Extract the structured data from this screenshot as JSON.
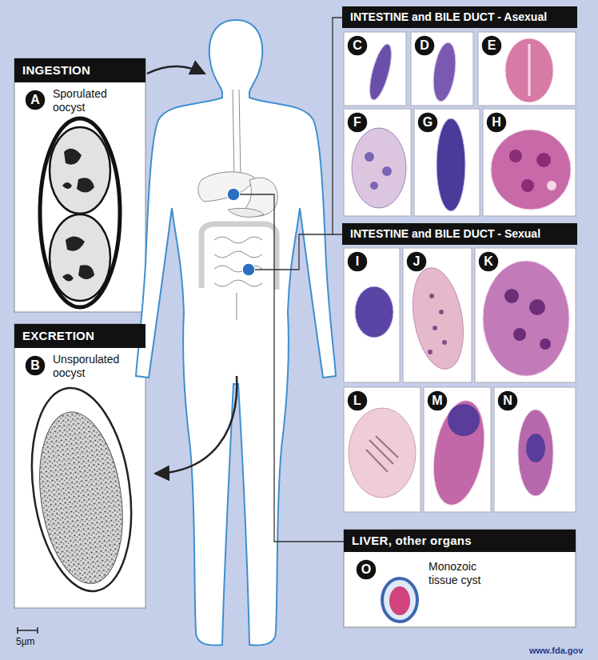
{
  "diagram": {
    "nodes": [
      {
        "text": [
          "INGESTION",
          "Sporulated oocyst"
        ]
      },
      {
        "text": [
          "A"
        ],
        "in": 0
      },
      {
        "text": [
          "EXCRETION",
          "Unsporulated oocyst"
        ]
      },
      {
        "text": [
          "B"
        ],
        "in": 2
      },
      {
        "text": [
          "INTESTINE and BILE DUCT - Asexual"
        ]
      },
      {
        "text": [
          "C"
        ]
      },
      {
        "text": [
          "D"
        ]
      },
      {
        "text": [
          "E"
        ]
      },
      {
        "text": [
          "F"
        ]
      },
      {
        "text": [
          "G"
        ]
      },
      {
        "text": [
          "H"
        ]
      },
      {
        "text": [
          "INTESTINE and BILE DUCT - Sexual"
        ]
      },
      {
        "text": [
          "I"
        ]
      },
      {
        "text": [
          "J"
        ]
      },
      {
        "text": [
          "K"
        ]
      },
      {
        "text": [
          "L"
        ]
      },
      {
        "text": [
          "M"
        ]
      },
      {
        "text": [
          "N"
        ]
      },
      {
        "text": [
          "LIVER, other organs",
          "Monozoic tissue cyst"
        ]
      },
      {
        "text": [
          "O"
        ],
        "in": 18
      }
    ],
    "labels": [
      "5µm",
      "www.fda.gov"
    ]
  }
}
